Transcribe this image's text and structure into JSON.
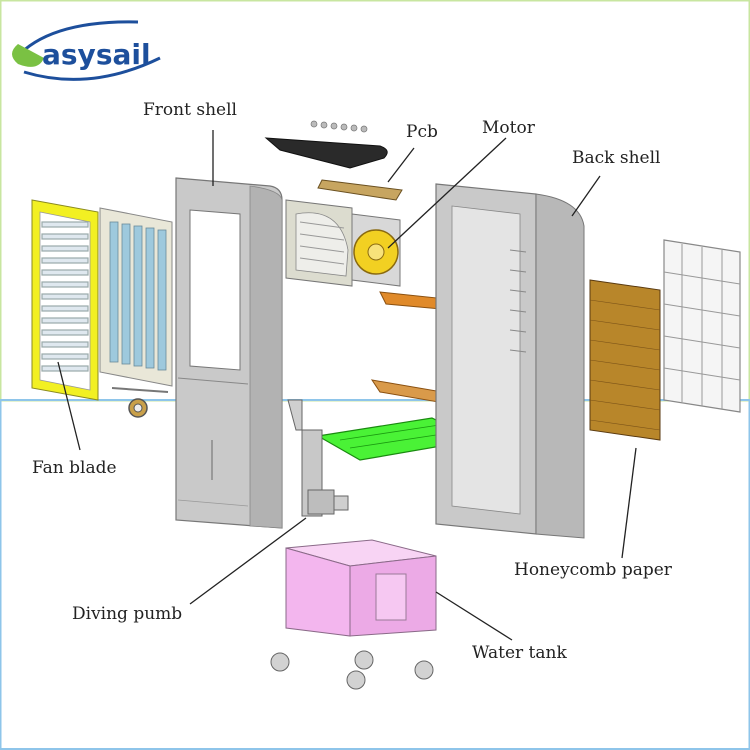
{
  "brand": {
    "name": "asysail",
    "colors": {
      "green": "#7ac143",
      "blue": "#1d4f9c",
      "frame_top": "#c8e6a0",
      "frame_bottom": "#8ec5ea"
    }
  },
  "labels": {
    "front_shell": "Front shell",
    "pcb": "Pcb",
    "motor": "Motor",
    "back_shell": "Back shell",
    "fan_blade": "Fan blade",
    "honeycomb_paper": "Honeycomb paper",
    "diving_pumb": "Diving pumb",
    "water_tank": "Water tank"
  },
  "part_colors": {
    "shell": "#c9c9c9",
    "fan_frame": "#f2f022",
    "tray": "#4af236",
    "tank": "#f3b6ee",
    "motor": "#f2d022",
    "bracket": "#e08a2a",
    "honeycomb": "#b8862a"
  }
}
